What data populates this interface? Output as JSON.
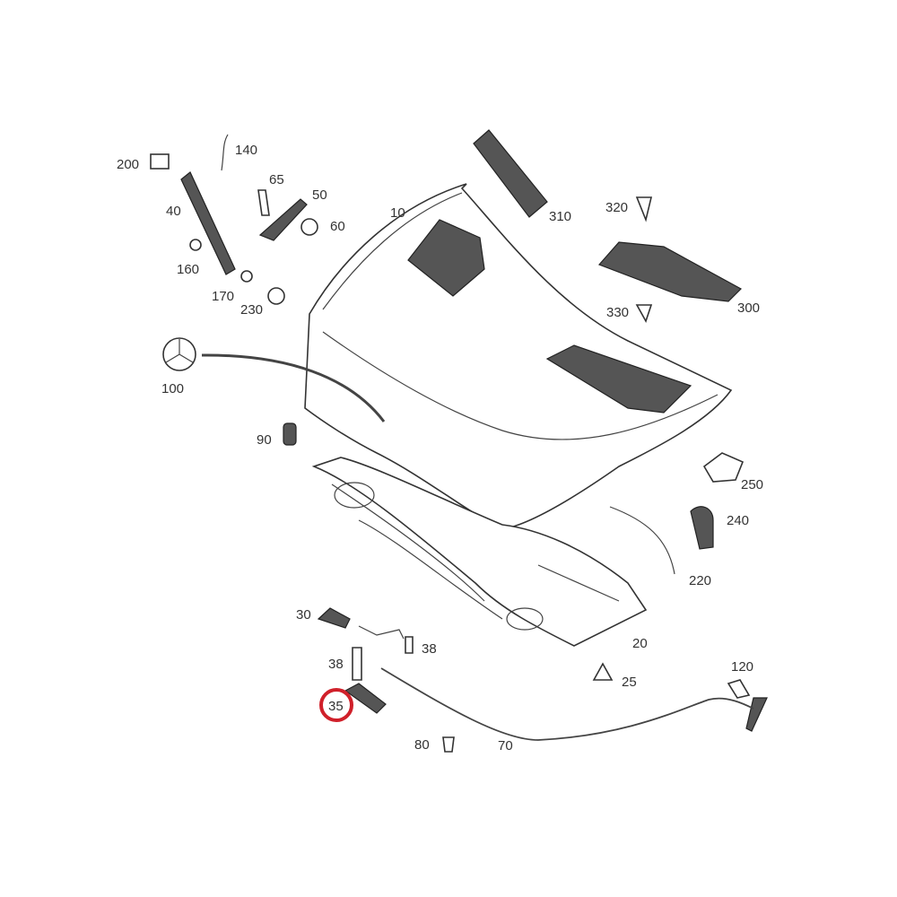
{
  "diagram": {
    "highlight_color": "#d0202a",
    "highlighted_part": "35",
    "labels": [
      "200",
      "140",
      "65",
      "50",
      "60",
      "40",
      "160",
      "170",
      "230",
      "10",
      "310",
      "320",
      "300",
      "330",
      "100",
      "90",
      "250",
      "240",
      "220",
      "30",
      "38",
      "38",
      "20",
      "25",
      "35",
      "120",
      "80",
      "70"
    ]
  }
}
